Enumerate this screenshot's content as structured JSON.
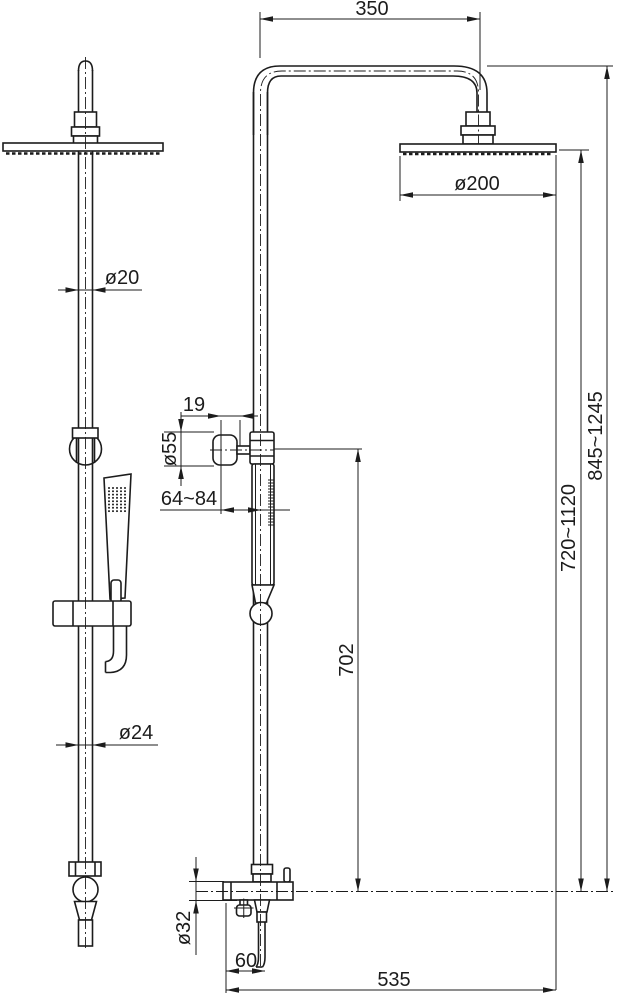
{
  "document": {
    "type": "technical line drawing",
    "subject": "shower column with overhead rain head, hand shower and mixer valve, dimensioned in mm"
  },
  "dimensions": {
    "arm_width": "350",
    "head_diameter": "ø200",
    "riser_diameter": "ø20",
    "bracket_depth": "19",
    "bracket_diameter": "ø55",
    "wall_clearance": "64~84",
    "overall_height": "845~1245",
    "head_height": "720~1120",
    "bracket_height": "702",
    "lower_riser_diameter": "ø24",
    "valve_body_diameter": "ø32",
    "outlet_offset": "60",
    "overall_width": "535"
  }
}
